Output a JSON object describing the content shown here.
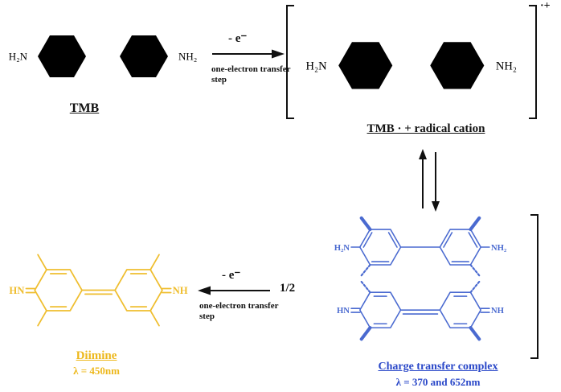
{
  "formulas": {
    "h2n": "H₂N",
    "nh2": "NH₂",
    "hn": "HN",
    "nh": "NH"
  },
  "tmb": {
    "label": "TMB"
  },
  "radical": {
    "label": "TMB · + radical cation",
    "charge": "·+"
  },
  "complex": {
    "label": "Charge transfer complex",
    "lambda": "λ = 370 and 652nm"
  },
  "diimine": {
    "label": "Diimine",
    "lambda": "λ = 450nm"
  },
  "step1": {
    "electron": "- e⁻",
    "caption_line1": "one-electron transfer",
    "caption_line2": "step"
  },
  "step2": {
    "electron": "- e⁻",
    "caption_line1": "one-electron transfer",
    "caption_line2": "step",
    "half": "1/2"
  },
  "colors": {
    "black": "#1a1a1a",
    "blue": "#4a6ad0",
    "blue_text": "#2947c8",
    "yellow": "#efbe2f",
    "yellow_text": "#edb81c"
  }
}
